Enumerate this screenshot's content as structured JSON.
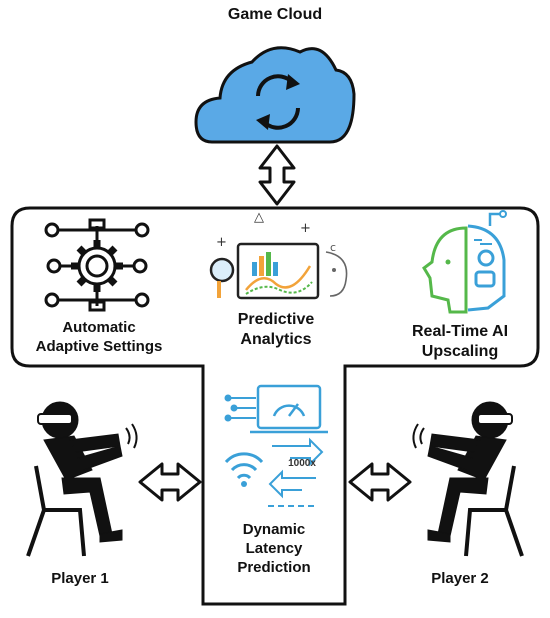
{
  "cloud": {
    "title": "Game Cloud",
    "icon": "sync-cloud-icon",
    "fill": "#5aa9e6"
  },
  "features": [
    {
      "label_lines": [
        "Automatic",
        "Adaptive Settings"
      ],
      "icon": "gear-network-icon"
    },
    {
      "label_lines": [
        "Predictive",
        "Analytics"
      ],
      "icon": "analytics-dashboard-icon"
    },
    {
      "label_lines": [
        "Real-Time AI",
        "Upscaling"
      ],
      "icon": "ai-robot-head-icon"
    }
  ],
  "center": {
    "label_lines": [
      "Dynamic",
      "Latency",
      "Prediction"
    ],
    "icon": "latency-speed-icon",
    "badge": "1000x"
  },
  "players": [
    {
      "label": "Player 1",
      "icon": "vr-player-seated-icon"
    },
    {
      "label": "Player 2",
      "icon": "vr-player-seated-icon"
    }
  ],
  "colors": {
    "accent_blue": "#3aa0d8",
    "accent_green": "#55b84a",
    "accent_orange": "#f2a33a",
    "outline": "#111111"
  }
}
